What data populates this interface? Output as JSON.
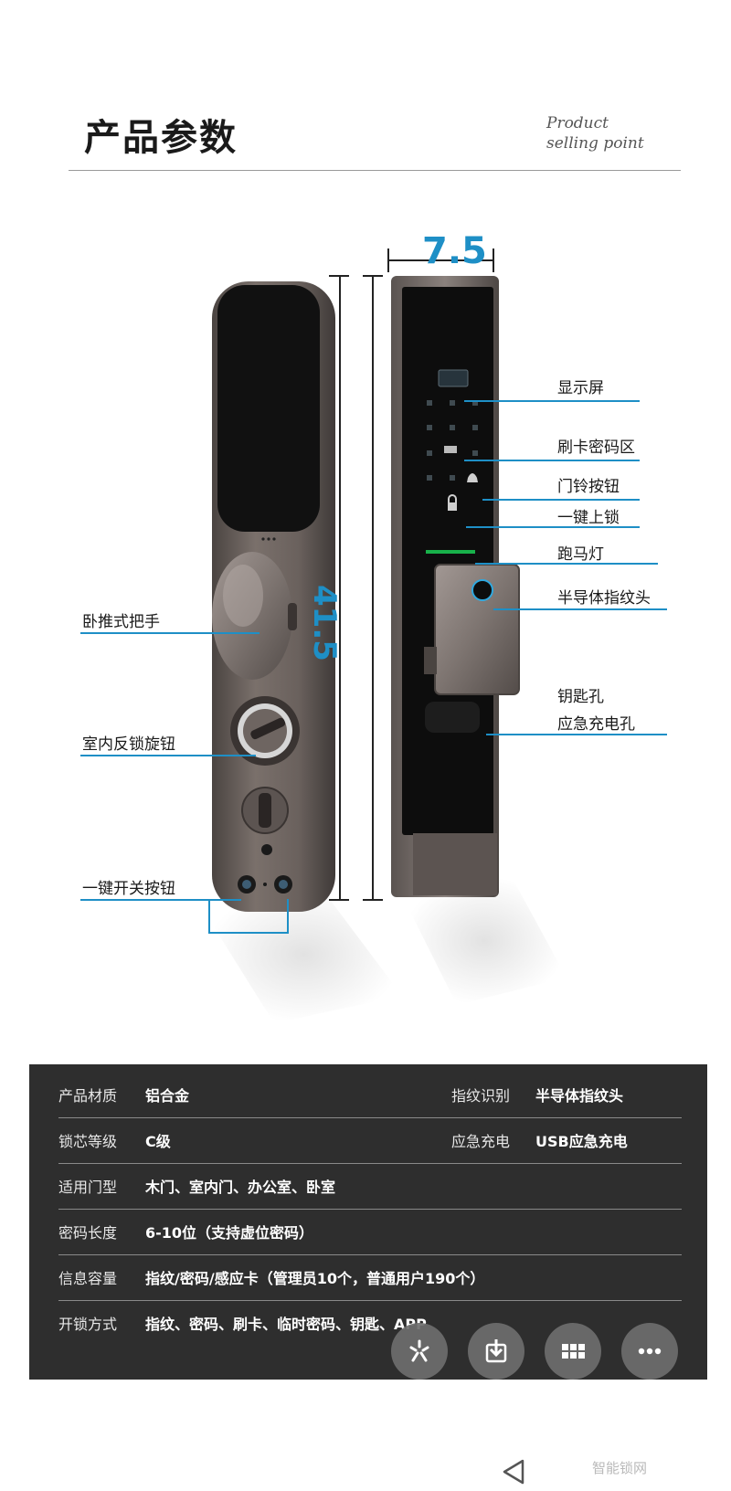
{
  "header": {
    "title": "产品参数",
    "tagline_line1": "Product",
    "tagline_line2": "selling point"
  },
  "dimensions": {
    "width": "7.5",
    "height": "41.5"
  },
  "callouts": {
    "display": "显示屏",
    "card_keypad": "刷卡密码区",
    "doorbell": "门铃按钮",
    "one_key_lock": "一键上锁",
    "marquee_light": "跑马灯",
    "fingerprint": "半导体指纹头",
    "keyhole": "钥匙孔",
    "emergency_charge": "应急充电孔",
    "handle": "卧推式把手",
    "indoor_knob": "室内反锁旋钮",
    "switch_button": "一键开关按钮"
  },
  "specs": {
    "rows": [
      {
        "label": "产品材质",
        "value": "铝合金",
        "label2": "指纹识别",
        "value2": "半导体指纹头"
      },
      {
        "label": "锁芯等级",
        "value": "C级",
        "label2": "应急充电",
        "value2": "USB应急充电"
      },
      {
        "label": "适用门型",
        "value": "木门、室内门、办公室、卧室"
      },
      {
        "label": "密码长度",
        "value": "6-10位（支持虚位密码）"
      },
      {
        "label": "信息容量",
        "value": "指纹/密码/感应卡（管理员10个，普通用户190个）"
      },
      {
        "label": "开锁方式",
        "value": "指纹、密码、刷卡、临时密码、钥匙、APP"
      }
    ]
  },
  "actions": {
    "icons": [
      "sparkle-icon",
      "download-icon",
      "grid-icon",
      "more-icon"
    ]
  },
  "watermark": "智能锁网",
  "colors": {
    "accent": "#1e8fc6",
    "table_bg": "#2e2e2e",
    "lock_body": "#6e6561"
  }
}
